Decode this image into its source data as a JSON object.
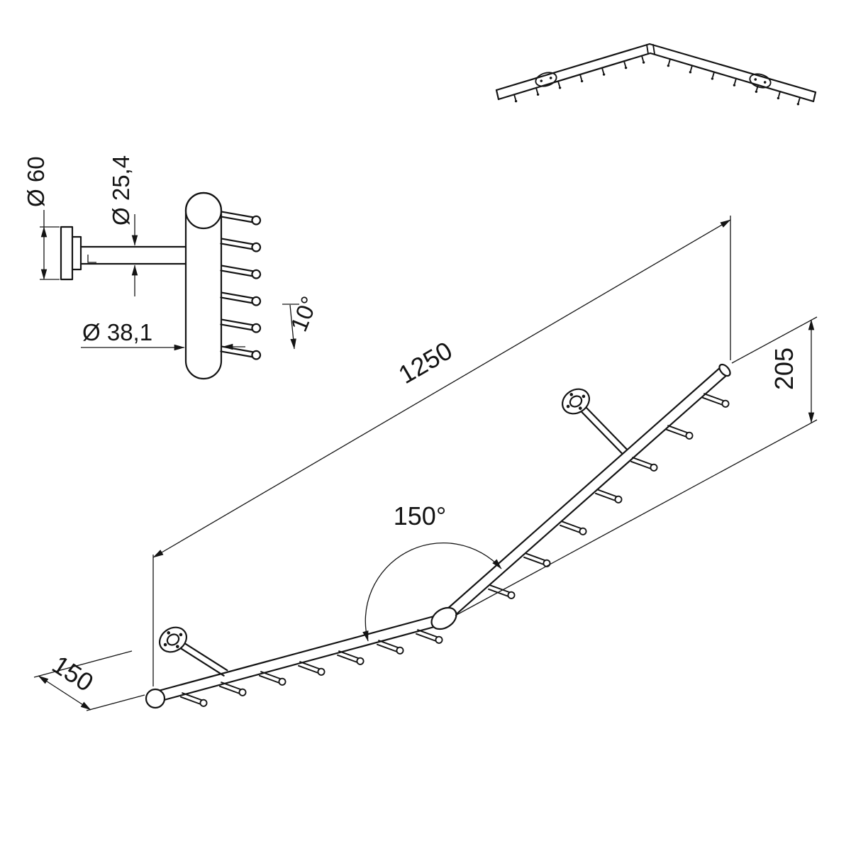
{
  "colors": {
    "line": "#141414",
    "background": "#ffffff"
  },
  "drawing": {
    "views": {
      "detail": {
        "flange_diameter": "Ø 60",
        "rail_diameter": "Ø 25,4",
        "tube_diameter": "Ø 38,1",
        "pin_angle": "10°"
      },
      "isometric": {
        "overall_length": "1250",
        "rise_height": "205",
        "bend_angle": "150°",
        "wall_offset": "150"
      }
    }
  }
}
